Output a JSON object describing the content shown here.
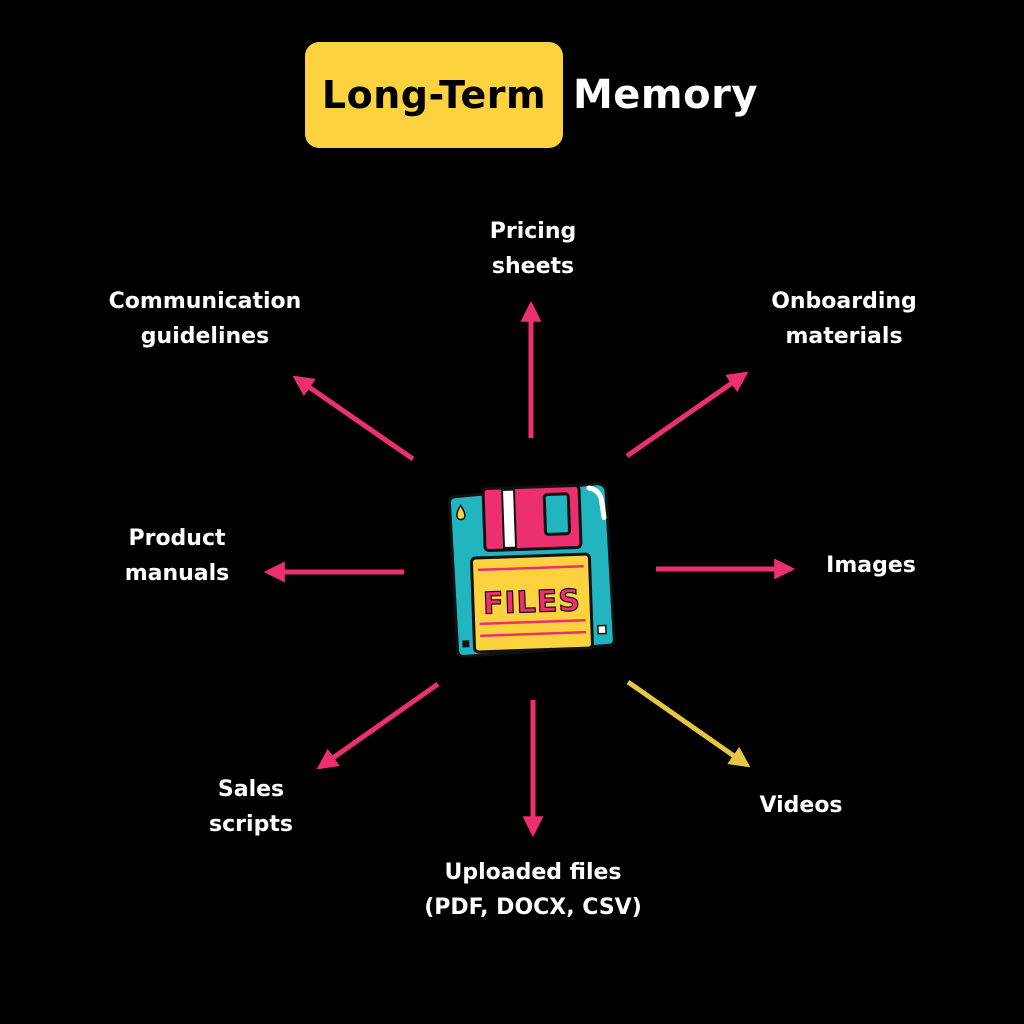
{
  "title": {
    "highlight": "Long-Term",
    "rest": "Memory"
  },
  "center": {
    "icon": "floppy-disk-icon",
    "label": "FILES"
  },
  "items": {
    "pricing": {
      "line1": "Pricing",
      "line2": "sheets"
    },
    "communication": {
      "line1": "Communication",
      "line2": "guidelines"
    },
    "onboarding": {
      "line1": "Onboarding",
      "line2": "materials"
    },
    "product": {
      "line1": "Product",
      "line2": "manuals"
    },
    "images": {
      "line1": "Images"
    },
    "sales": {
      "line1": "Sales",
      "line2": "scripts"
    },
    "videos": {
      "line1": "Videos"
    },
    "uploaded": {
      "line1": "Uploaded files",
      "line2": "(PDF, DOCX, CSV)"
    }
  },
  "colors": {
    "background": "#000000",
    "highlight": "#fdd23f",
    "arrow_primary": "#ec2f6e",
    "arrow_secondary": "#e6c642",
    "text": "#ffffff"
  }
}
